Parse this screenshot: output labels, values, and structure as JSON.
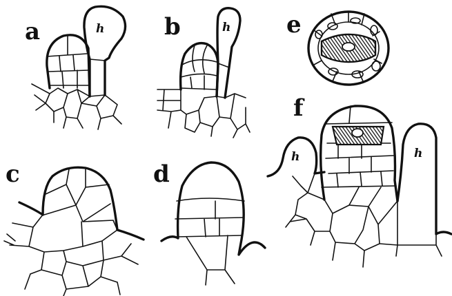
{
  "panels": {
    "a": {
      "label": "a",
      "hair_label": "h"
    },
    "b": {
      "label": "b",
      "hair_label": "h"
    },
    "c": {
      "label": "c"
    },
    "d": {
      "label": "d"
    },
    "e": {
      "label": "e"
    },
    "f": {
      "label": "f",
      "hair_label_left": "h",
      "hair_label_right": "h"
    }
  },
  "colors": {
    "ink": "#111111",
    "paper": "#ffffff"
  }
}
